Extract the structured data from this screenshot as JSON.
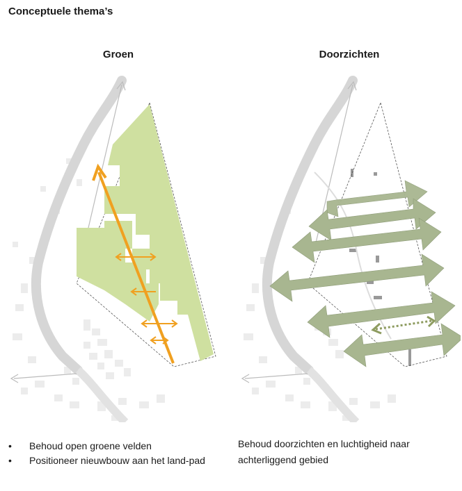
{
  "header": {
    "title": "Conceptuele thema’s"
  },
  "panels": [
    {
      "title": "Groen"
    },
    {
      "title": "Doorzichten"
    }
  ],
  "groen_notes": {
    "bullet_symbol": "•",
    "items": [
      "Behoud open groene velden",
      "Positioneer nieuwbouw aan het land-pad"
    ]
  },
  "doorzichten_note": {
    "text": "Behoud doorzichten en luchtigheid naar achterliggend gebied"
  },
  "colors": {
    "green_area": "#cfe0a0",
    "orange_route": "#f0a020",
    "sightline_arrow": "#a8b690",
    "road": "#d6d6d6",
    "buildings": "#ececec"
  },
  "icons": [
    "north-arrow-icon",
    "west-arrow-icon",
    "double-arrow-icon",
    "sightline-arrow-icon"
  ]
}
